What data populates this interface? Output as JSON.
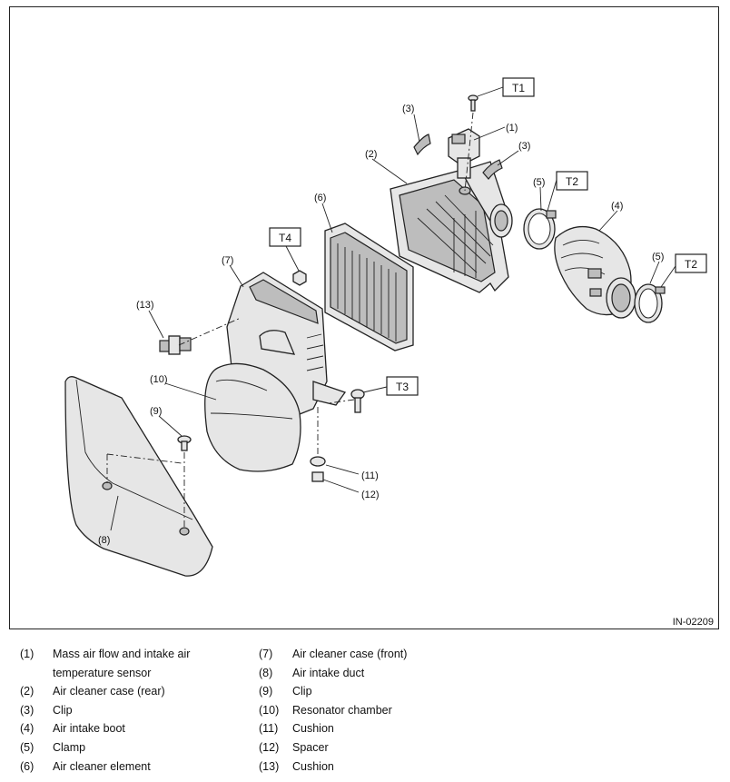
{
  "figure_id": "IN-02209",
  "callouts": {
    "n1": "(1)",
    "n2": "(2)",
    "n3a": "(3)",
    "n3b": "(3)",
    "n4": "(4)",
    "n5a": "(5)",
    "n5b": "(5)",
    "n6": "(6)",
    "n7": "(7)",
    "n8": "(8)",
    "n9": "(9)",
    "n10": "(10)",
    "n11": "(11)",
    "n12": "(12)",
    "n13": "(13)"
  },
  "torque_tags": {
    "t1": "T1",
    "t2a": "T2",
    "t2b": "T2",
    "t3": "T3",
    "t4": "T4"
  },
  "legend_left": [
    {
      "num": "(1)",
      "line1": "Mass air flow and intake air",
      "line2": "temperature sensor"
    },
    {
      "num": "(2)",
      "line1": "Air cleaner case (rear)"
    },
    {
      "num": "(3)",
      "line1": "Clip"
    },
    {
      "num": "(4)",
      "line1": "Air intake boot"
    },
    {
      "num": "(5)",
      "line1": "Clamp"
    },
    {
      "num": "(6)",
      "line1": "Air cleaner element"
    }
  ],
  "legend_right": [
    {
      "num": "(7)",
      "line1": "Air cleaner case (front)"
    },
    {
      "num": "(8)",
      "line1": "Air intake duct"
    },
    {
      "num": "(9)",
      "line1": "Clip"
    },
    {
      "num": "(10)",
      "line1": "Resonator chamber"
    },
    {
      "num": "(11)",
      "line1": "Cushion"
    },
    {
      "num": "(12)",
      "line1": "Spacer"
    },
    {
      "num": "(13)",
      "line1": "Cushion"
    }
  ]
}
